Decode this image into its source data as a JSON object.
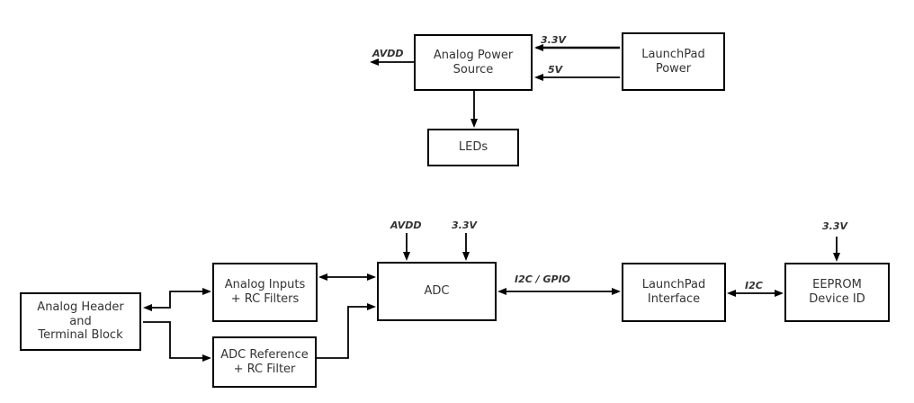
{
  "diagram": {
    "boxes": {
      "analog_power_source": "Analog Power\nSource",
      "launchpad_power": "LaunchPad\nPower",
      "leds": "LEDs",
      "analog_header": "Analog Header\nand\nTerminal Block",
      "analog_inputs": "Analog Inputs\n+ RC Filters",
      "adc_reference": "ADC Reference\n+ RC Filter",
      "adc": "ADC",
      "launchpad_interface": "LaunchPad\nInterface",
      "eeprom_device_id": "EEPROM\nDevice ID"
    },
    "signal_labels": {
      "avdd_out": "AVDD",
      "v33_top": "3.3V",
      "v5_top": "5V",
      "avdd_adc": "AVDD",
      "v33_adc": "3.3V",
      "i2c_gpio": "I2C / GPIO",
      "i2c": "I2C",
      "v33_eeprom": "3.3V"
    },
    "colors": {
      "line": "#000000",
      "text": "#333333",
      "background": "#ffffff"
    }
  }
}
